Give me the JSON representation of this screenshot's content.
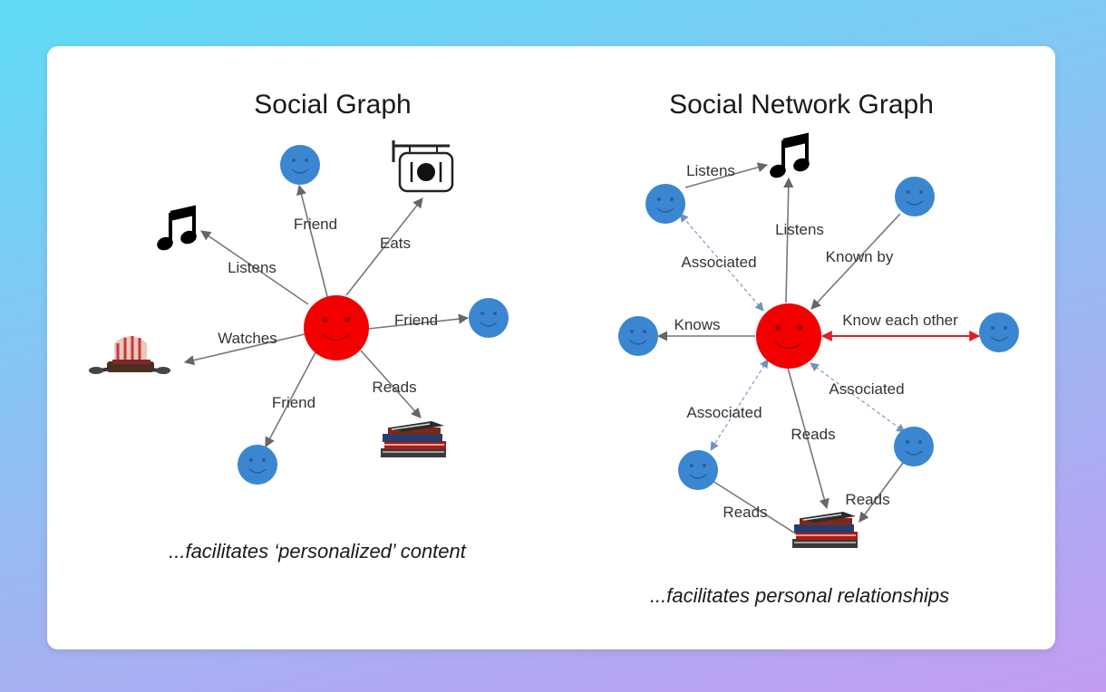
{
  "left": {
    "title": "Social Graph",
    "caption": "...facilitates ‘personalized’ content",
    "edges": {
      "friend_top": "Friend",
      "eats": "Eats",
      "listens": "Listens",
      "friend_right": "Friend",
      "watches": "Watches",
      "friend_bottom": "Friend",
      "reads": "Reads"
    }
  },
  "right": {
    "title": "Social Network Graph",
    "caption": "...facilitates personal relationships",
    "edges": {
      "listens_top": "Listens",
      "listens_center": "Listens",
      "associated_ul": "Associated",
      "known_by": "Known by",
      "knows": "Knows",
      "know_each_other": "Know each other",
      "associated_ll": "Associated",
      "associated_lr": "Associated",
      "reads_center": "Reads",
      "reads_left": "Reads",
      "reads_right": "Reads"
    }
  },
  "colors": {
    "center_node": "#f20000",
    "person_node": "#3b86d1",
    "relationship_edge": "#e02020"
  }
}
